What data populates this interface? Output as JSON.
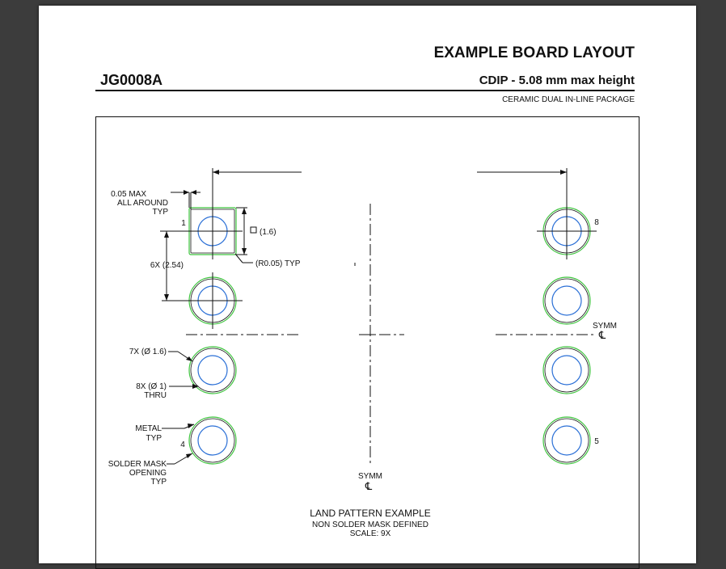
{
  "header": {
    "title": "EXAMPLE BOARD LAYOUT",
    "part_number": "JG0008A",
    "package": "CDIP - 5.08 mm max height",
    "description": "CERAMIC DUAL IN-LINE PACKAGE"
  },
  "drawing": {
    "callouts": {
      "clearance_line1": "0.05 MAX",
      "clearance_line2": "ALL AROUND",
      "clearance_line3": "TYP",
      "square_pad": "(1.6)",
      "corner_radius": "(R0.05) TYP",
      "pitch": "6X (2.54)",
      "pad_diameter": "7X (Ø 1.6)",
      "drill_line1": "8X (Ø 1)",
      "drill_line2": "THRU",
      "metal_line1": "METAL",
      "metal_line2": "TYP",
      "mask_line1": "SOLDER MASK",
      "mask_line2": "OPENING",
      "mask_line3": "TYP"
    },
    "pin_labels": {
      "pin1": "1",
      "pin4": "4",
      "pin5": "5",
      "pin8": "8"
    },
    "symm_horizontal": {
      "text": "SYMM",
      "symbol": "℄"
    },
    "symm_vertical": {
      "text": "SYMM",
      "symbol": "℄"
    },
    "caption": {
      "title": "LAND PATTERN EXAMPLE",
      "subtitle": "NON SOLDER MASK DEFINED",
      "scale": "SCALE: 9X"
    }
  },
  "colors": {
    "solder_mask": "#3ec43e",
    "drill": "#2a6fd6",
    "ink": "#111111",
    "viewer_background": "#3c3c3c"
  }
}
